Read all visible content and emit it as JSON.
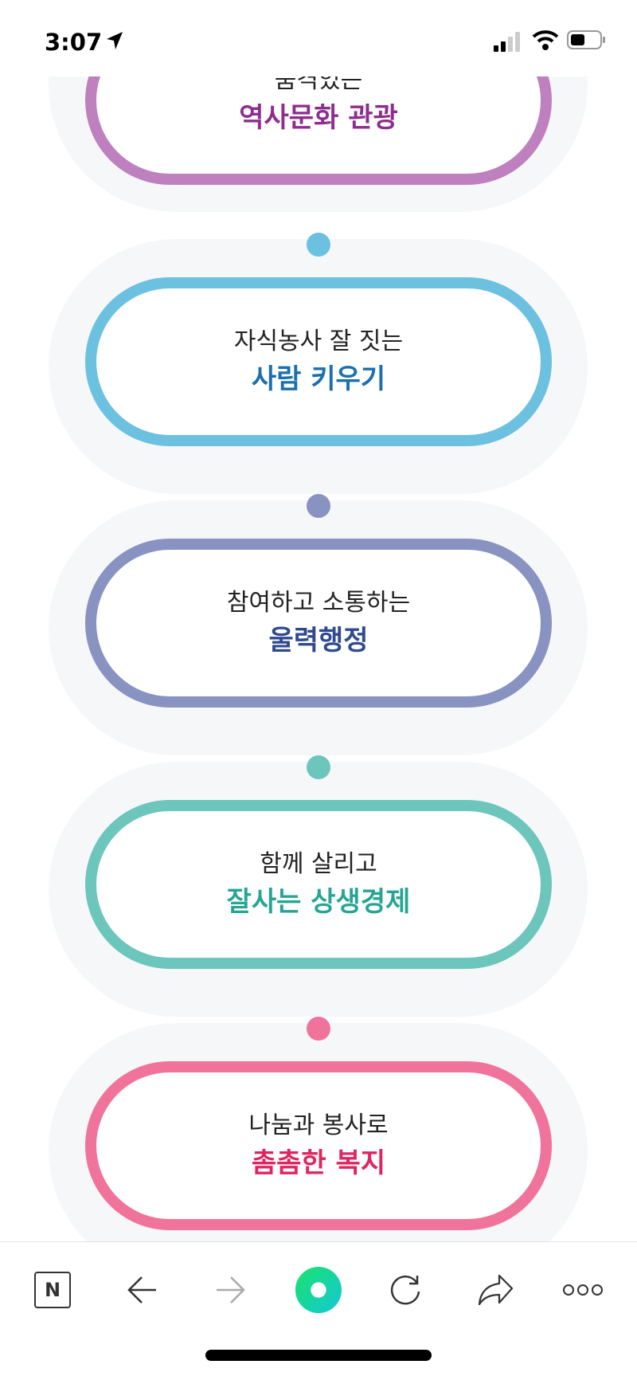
{
  "status_bar": {
    "time": "3:07"
  },
  "items": [
    {
      "line1": "품격있는",
      "line2": "역사문화 관광",
      "border": "#bf80bf",
      "text_color": "#8e2d8e",
      "dot": "#bf80bf"
    },
    {
      "line1": "자식농사 잘 짓는",
      "line2": "사람 키우기",
      "border": "#6cc0e0",
      "text_color": "#1a6fb0",
      "dot": "#6cc0e0"
    },
    {
      "line1": "참여하고 소통하는",
      "line2": "울력행정",
      "border": "#8893c2",
      "text_color": "#2f4a8f",
      "dot": "#8893c2"
    },
    {
      "line1": "함께 살리고",
      "line2": "잘사는 상생경제",
      "border": "#6cc6bc",
      "text_color": "#26a595",
      "dot": "#6cc6bc"
    },
    {
      "line1": "나눔과 봉사로",
      "line2": "촘촘한 복지",
      "border": "#f0739c",
      "text_color": "#e0245f",
      "dot": "#f0739c"
    }
  ],
  "toolbar": {
    "naver_label": "N"
  }
}
